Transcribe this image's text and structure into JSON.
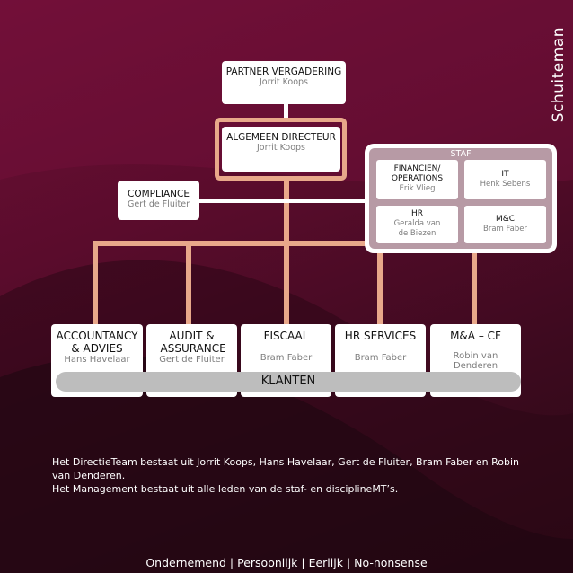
{
  "brand": "Schuiteman",
  "partner": {
    "title": "PARTNER VERGADERING",
    "name": "Jorrit Koops"
  },
  "director": {
    "title": "ALGEMEEN DIRECTEUR",
    "name": "Jorrit Koops"
  },
  "compliance": {
    "title": "COMPLIANCE",
    "name": "Gert de Fluiter"
  },
  "staf": {
    "title": "STAF",
    "items": [
      {
        "title": "FINANCIEN/ OPERATIONS",
        "name": "Erik Vlieg"
      },
      {
        "title": "IT",
        "name": "Henk Sebens"
      },
      {
        "title": "HR",
        "name": "Geralda van de Biezen"
      },
      {
        "title": "M&C",
        "name": "Bram Faber"
      }
    ]
  },
  "disciplines": [
    {
      "title": "ACCOUNTANCY & ADVIES",
      "name": "Hans Havelaar"
    },
    {
      "title": "AUDIT & ASSURANCE",
      "name": "Gert de Fluiter"
    },
    {
      "title": "FISCAAL",
      "name": "Bram Faber"
    },
    {
      "title": "HR SERVICES",
      "name": "Bram Faber"
    },
    {
      "title": "M&A – CF",
      "name": "Robin van Denderen"
    }
  ],
  "klanten": "KLANTEN",
  "footnote": [
    "Het DirectieTeam bestaat uit Jorrit Koops, Hans Havelaar, Gert de Fluiter, Bram Faber en Robin van Denderen.",
    "Het Management bestaat uit alle leden van de staf- en disciplineMT’s."
  ],
  "tagline": "Ondernemend | Persoonlijk | Eerlijk | No-nonsense",
  "colors": {
    "background": "#5a0c2c",
    "connector": "#e8a88a",
    "staf_inner": "#b79aa5",
    "klanten_bar": "#bdbdbd"
  }
}
